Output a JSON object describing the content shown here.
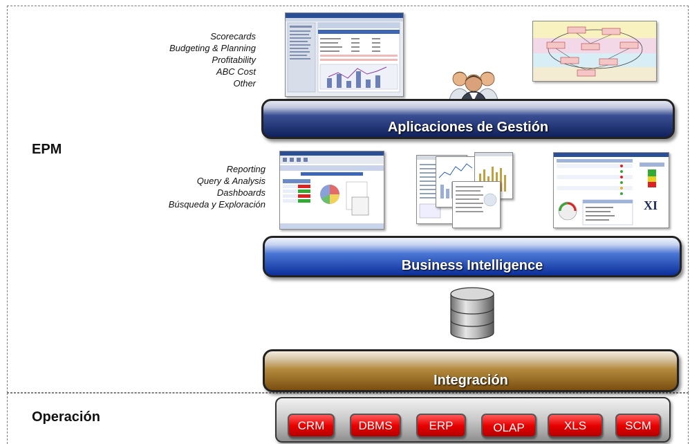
{
  "sections": {
    "epm": "EPM",
    "operacion": "Operación"
  },
  "apps": {
    "features": [
      "Scorecards",
      "Budgeting & Planning",
      "Profitability",
      "ABC Cost",
      "Other"
    ],
    "layer_label": "Aplicaciones de Gestión"
  },
  "bi": {
    "features": [
      "Reporting",
      "Query & Analysis",
      "Dashboards",
      "Búsqueda y Exploración"
    ],
    "layer_label": "Business Intelligence"
  },
  "integration": {
    "layer_label": "Integración"
  },
  "sources": [
    "CRM",
    "DBMS",
    "ERP",
    "OLAP",
    "XLS",
    "SCM"
  ],
  "colors": {
    "apps_layer": "#10215c",
    "bi_layer": "#0c2f9a",
    "integration_layer": "#7a4e10",
    "source_button": "#e80000"
  },
  "icons": [
    "people-icon",
    "database-icon"
  ]
}
